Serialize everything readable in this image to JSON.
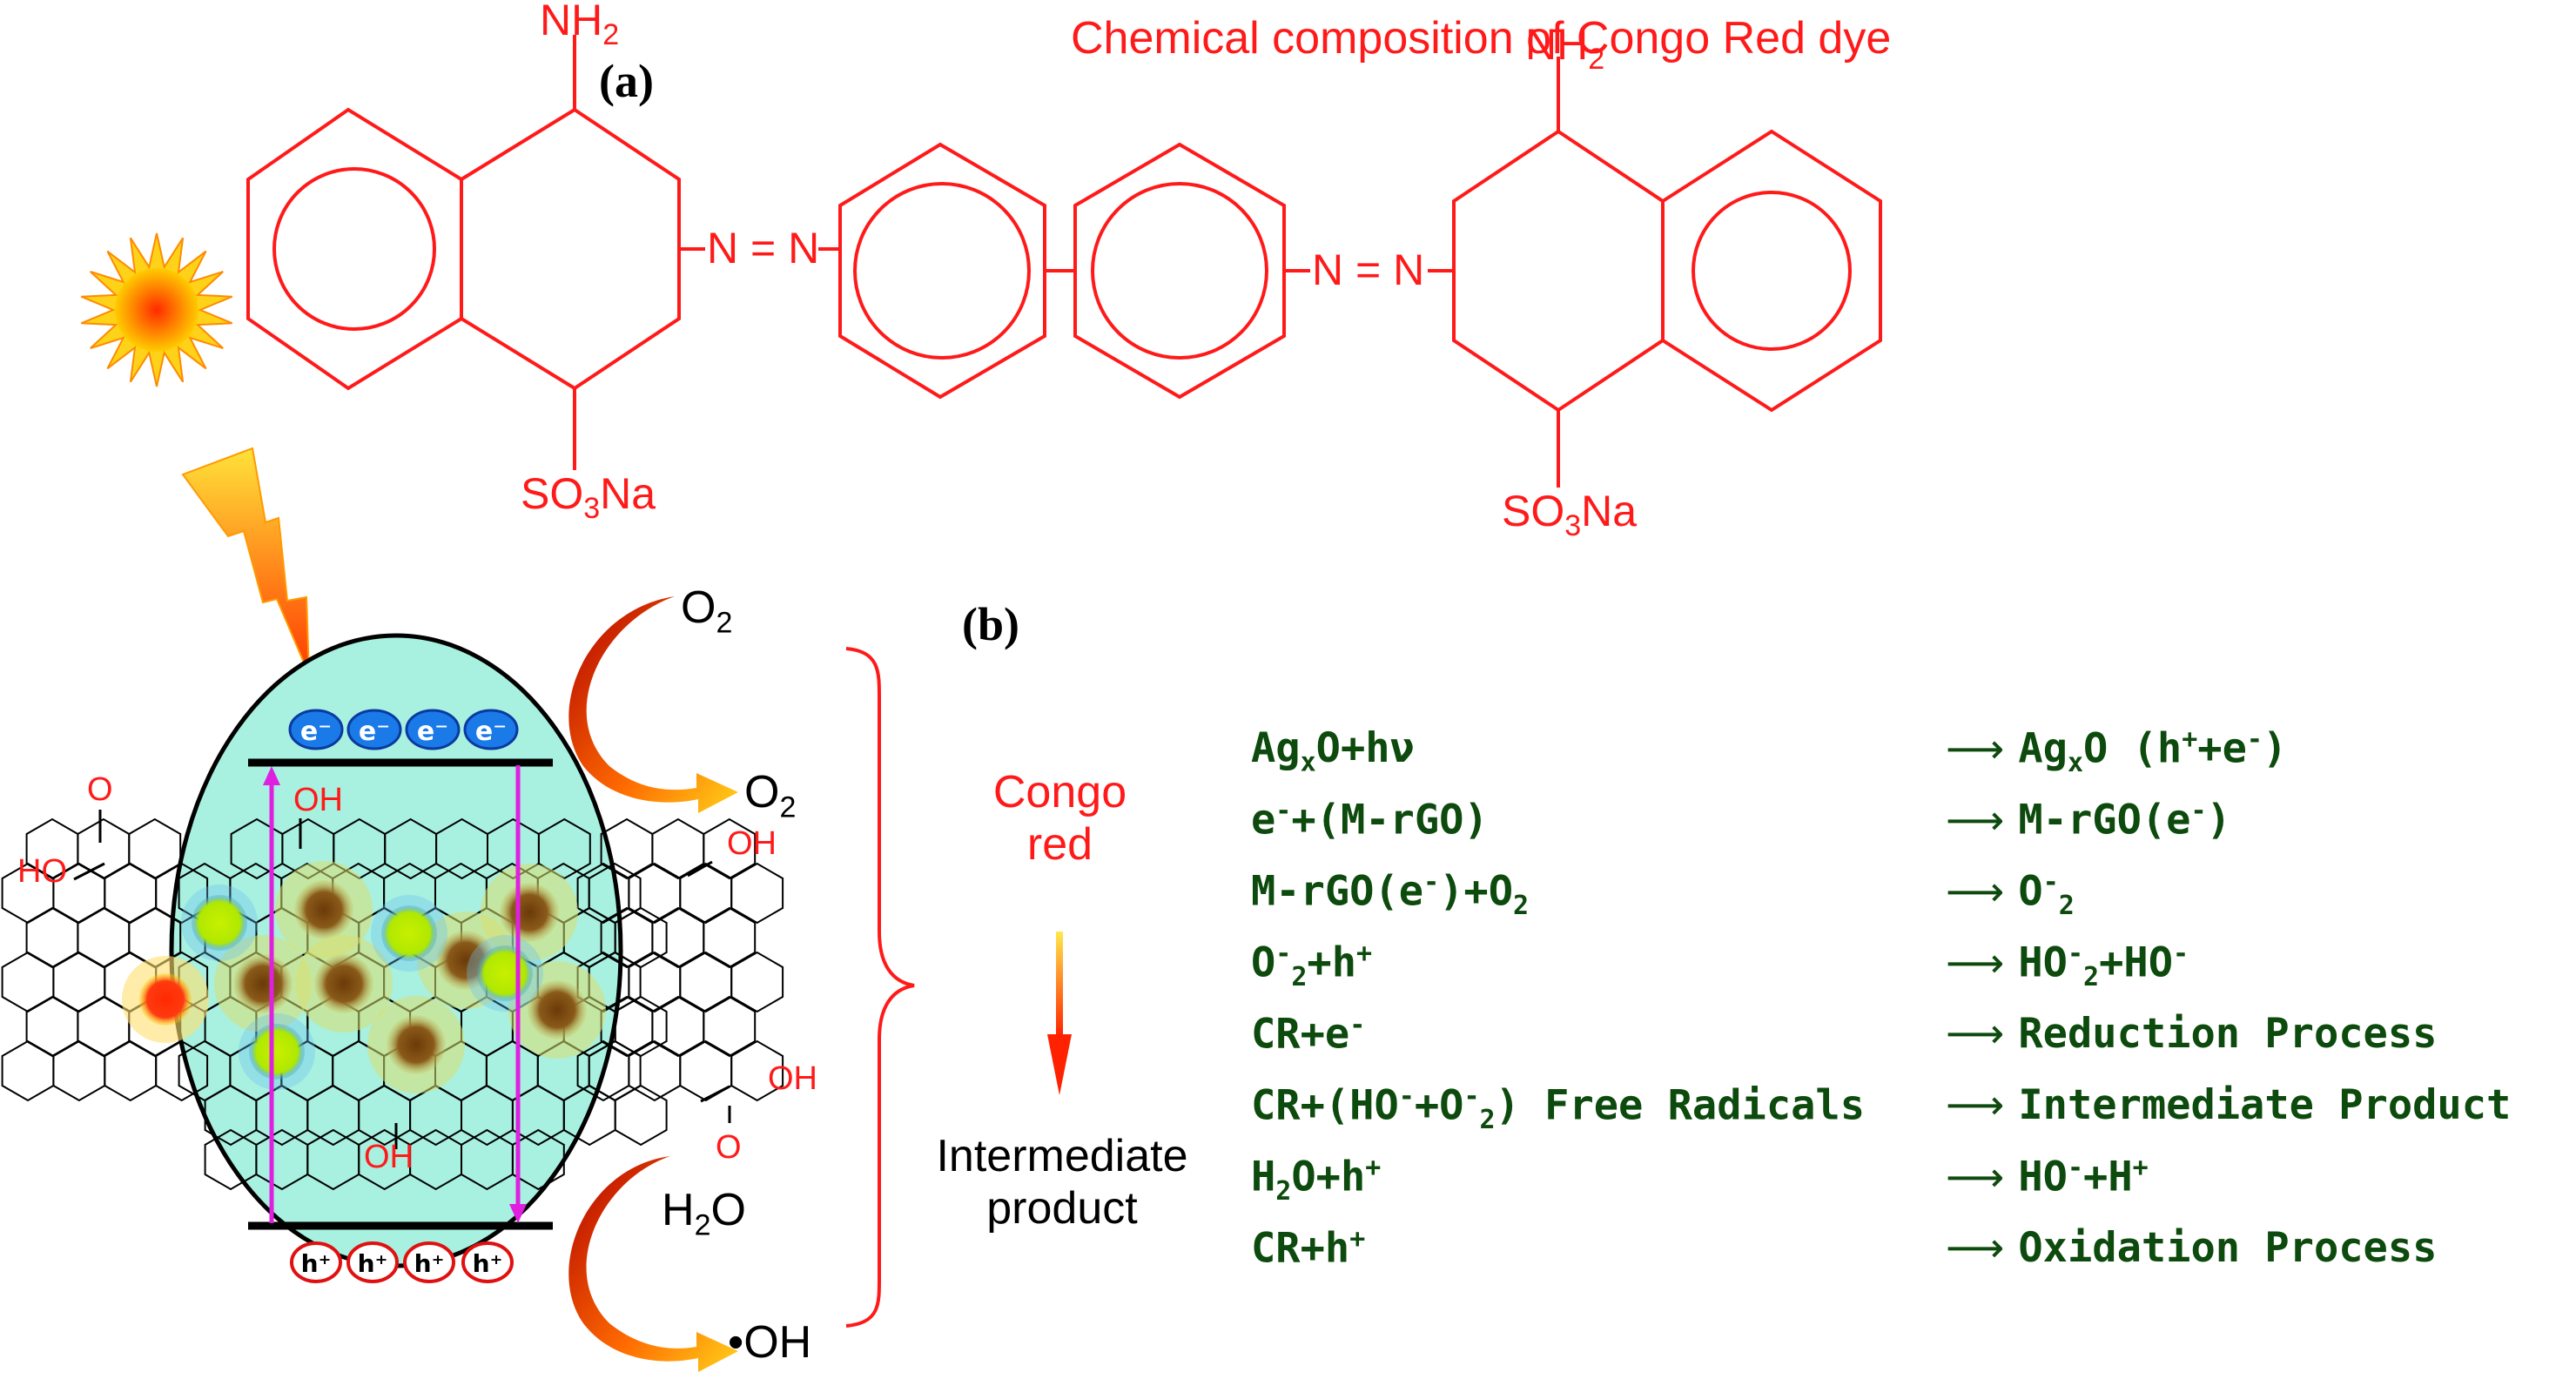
{
  "panel_a": {
    "label": "(a)",
    "title": "Chemical composition of Congo Red dye",
    "nh2_left": "NH2",
    "nh2_right": "NH2",
    "azo_left": "N = N",
    "azo_right": "N = N",
    "so3na_left": "SO3Na",
    "so3na_right": "SO3Na"
  },
  "panel_b": {
    "label": "(b)",
    "o2_in": "O2",
    "o2_out": "O2",
    "h2o": "H2O",
    "oh_radical": "•OH",
    "electrons": [
      "e⁻",
      "e⁻",
      "e⁻",
      "e⁻"
    ],
    "holes": [
      "h⁺",
      "h⁺",
      "h⁺",
      "h⁺"
    ],
    "graphene_groups": {
      "cooh_left_o": "O",
      "cooh_left_ho": "HO",
      "oh_top": "OH",
      "oh_right": "OH",
      "oh_bottom": "OH",
      "cooh_right_oh": "OH",
      "cooh_right_o": "O"
    },
    "flow": {
      "from_line1": "Congo",
      "from_line2": "red",
      "to_line1": "Intermediate",
      "to_line2": "product"
    },
    "reactions": [
      {
        "left": "AgxO+hν",
        "right": "AgxO (h⁺+e⁻)"
      },
      {
        "left": "e⁻+(M-rGO)",
        "right": "M-rGO(e⁻)"
      },
      {
        "left": "M-rGO(e⁻)+O2",
        "right": "O⁻2"
      },
      {
        "left": "O⁻2+h⁺",
        "right": "HO⁻2+HO⁻"
      },
      {
        "left": "CR+e⁻",
        "right": "Reduction Process"
      },
      {
        "left": "CR+(HO⁻+O⁻2) Free Radicals",
        "right": "Intermediate Product"
      },
      {
        "left": "H2O+h⁺",
        "right": "HO⁻+H⁺"
      },
      {
        "left": "CR+h⁺",
        "right": "Oxidation Process"
      }
    ],
    "arrow_symbol": "⟶"
  },
  "colors": {
    "structure_red": "#ff1a1a",
    "reaction_green": "#0d4a0d",
    "ellipse_fill": "#a8f0e0",
    "band_line": "#000000",
    "transition_magenta": "#e020e0",
    "electron_blue": "#1a7ae8",
    "hole_red": "#e01010"
  },
  "icons": {
    "sun": "sun-icon",
    "lightning": "lightning-bolt-icon",
    "curved_arrow": "curved-arrow-icon"
  }
}
